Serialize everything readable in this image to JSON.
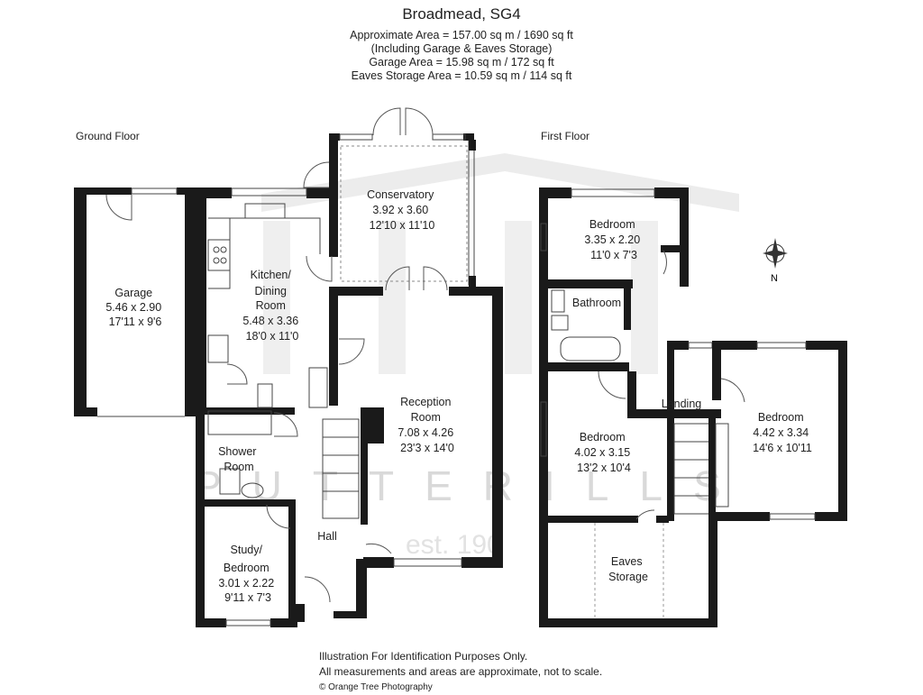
{
  "header": {
    "title": "Broadmead, SG4",
    "lines": [
      "Approximate Area = 157.00 sq m / 1690 sq ft",
      "(Including Garage & Eaves Storage)",
      "Garage Area = 15.98 sq m / 172 sq ft",
      "Eaves Storage Area = 10.59 sq m / 114 sq ft"
    ]
  },
  "floors": {
    "ground": "Ground Floor",
    "first": "First Floor"
  },
  "compass": "N",
  "watermark": {
    "brand": "PUTTERILLS",
    "est": "est. 190"
  },
  "rooms": {
    "garage": [
      "Garage",
      "5.46 x 2.90",
      "17'11 x 9'6"
    ],
    "kitchen": [
      "Kitchen/",
      "Dining",
      "Room",
      "5.48 x 3.36",
      "18'0 x 11'0"
    ],
    "conservatory": [
      "Conservatory",
      "3.92 x 3.60",
      "12'10 x 11'10"
    ],
    "reception": [
      "Reception",
      "Room",
      "7.08 x 4.26",
      "23'3 x 14'0"
    ],
    "shower": [
      "Shower",
      "Room"
    ],
    "study": [
      "Study/",
      "Bedroom",
      "3.01 x 2.22",
      "9'11 x 7'3"
    ],
    "hall": [
      "Hall"
    ],
    "bedroom1": [
      "Bedroom",
      "3.35 x 2.20",
      "11'0 x 7'3"
    ],
    "bathroom": [
      "Bathroom"
    ],
    "landing": [
      "Landing"
    ],
    "bedroom2": [
      "Bedroom",
      "4.42 x 3.34",
      "14'6 x 10'11"
    ],
    "bedroom3": [
      "Bedroom",
      "4.02 x 3.15",
      "13'2 x 10'4"
    ],
    "eaves": [
      "Eaves",
      "Storage"
    ]
  },
  "footer": {
    "line1": "Illustration For Identification Purposes Only.",
    "line2": "All measurements and areas are approximate, not to scale.",
    "credit": "© Orange Tree Photography"
  }
}
